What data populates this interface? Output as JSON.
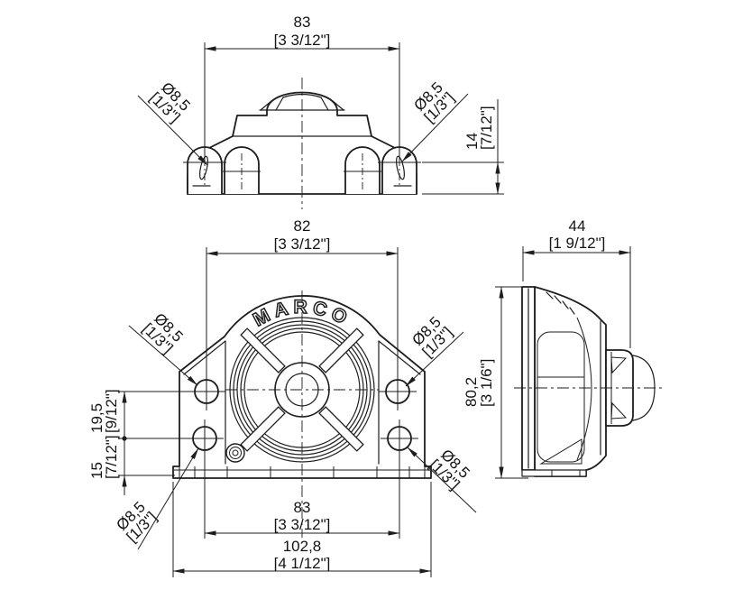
{
  "drawing": {
    "brand_logo": "MARCO",
    "colors": {
      "ink": "#1d1d1d",
      "paper": "#ffffff"
    },
    "top_view": {
      "width": {
        "mm": "83",
        "inch": "[3 3/12\"]"
      },
      "hole_left": {
        "mm": "Ø8,5",
        "inch": "[1/3\"]"
      },
      "hole_right": {
        "mm": "Ø8,5",
        "inch": "[1/3\"]"
      },
      "height": {
        "mm": "14",
        "inch": "[7/12\"]"
      }
    },
    "front_view": {
      "width_top": {
        "mm": "82",
        "inch": "[3 3/12\"]"
      },
      "hole_top_left": {
        "mm": "Ø8,5",
        "inch": "[1/3\"]"
      },
      "hole_top_right": {
        "mm": "Ø8,5",
        "inch": "[1/3\"]"
      },
      "hole_bottom_left": {
        "mm": "Ø8,5",
        "inch": "[1/3\"]"
      },
      "hole_bottom_right": {
        "mm": "Ø8,5",
        "inch": "[1/3\"]"
      },
      "hole_row_spacing": {
        "mm": "19,5",
        "inch": "[9/12\"]"
      },
      "hole_base_offset": {
        "mm": "15",
        "inch": "[7/12\"]"
      },
      "hole_span": {
        "mm": "83",
        "inch": "[3 3/12\"]"
      },
      "overall_width": {
        "mm": "102,8",
        "inch": "[4 1/12\"]"
      }
    },
    "side_view": {
      "depth": {
        "mm": "44",
        "inch": "[1 9/12\"]"
      },
      "height": {
        "mm": "80,2",
        "inch": "[3 1/6\"]"
      }
    }
  }
}
